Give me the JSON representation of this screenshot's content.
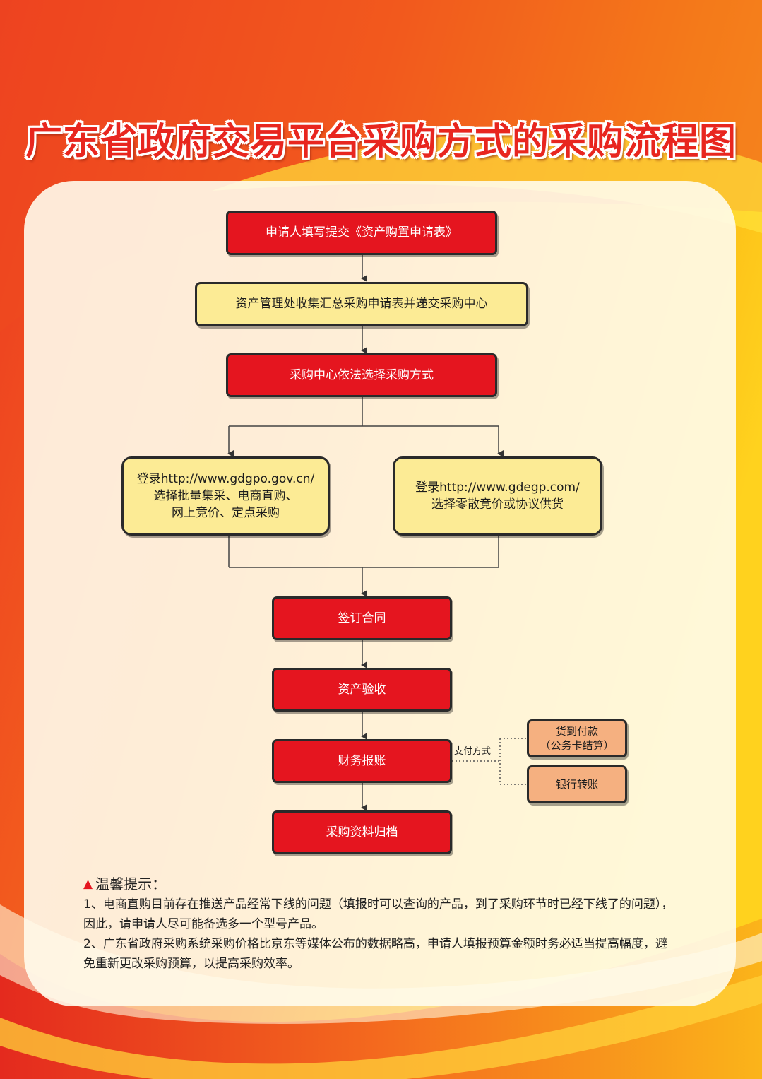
{
  "title": "广东省政府交易平台采购方式的采购流程图",
  "colors": {
    "red_step": "#e5151f",
    "yellow_step": "#fceb95",
    "payment_option": "#f5b080",
    "title": "#e8261f"
  },
  "steps": {
    "apply": "申请人填写提交《资产购置申请表》",
    "collect": "资产管理处收集汇总采购申请表并递交采购中心",
    "select": "采购中心依法选择采购方式",
    "branch_left": [
      "登录http://www.gdgpo.gov.cn/",
      "选择批量集采、电商直购、",
      "网上竞价、定点采购"
    ],
    "branch_right": [
      "登录http://www.gdegp.com/",
      "选择零散竞价或协议供货"
    ],
    "contract": "签订合同",
    "acceptance": "资产验收",
    "reimburse": "财务报账",
    "archive": "采购资料归档"
  },
  "payment": {
    "label": "支付方式",
    "option_cod": [
      "货到付款",
      "（公务卡结算）"
    ],
    "option_bank": "银行转账"
  },
  "tips": {
    "heading": "温馨提示：",
    "items": [
      "1、电商直购目前存在推送产品经常下线的问题（填报时可以查询的产品，到了采购环节时已经下线了的问题），因此，请申请人尽可能备选多一个型号产品。",
      "2、广东省政府采购系统采购价格比京东等媒体公布的数据略高，申请人填报预算金额时务必适当提高幅度，避免重新更改采购预算，以提高采购效率。"
    ]
  }
}
